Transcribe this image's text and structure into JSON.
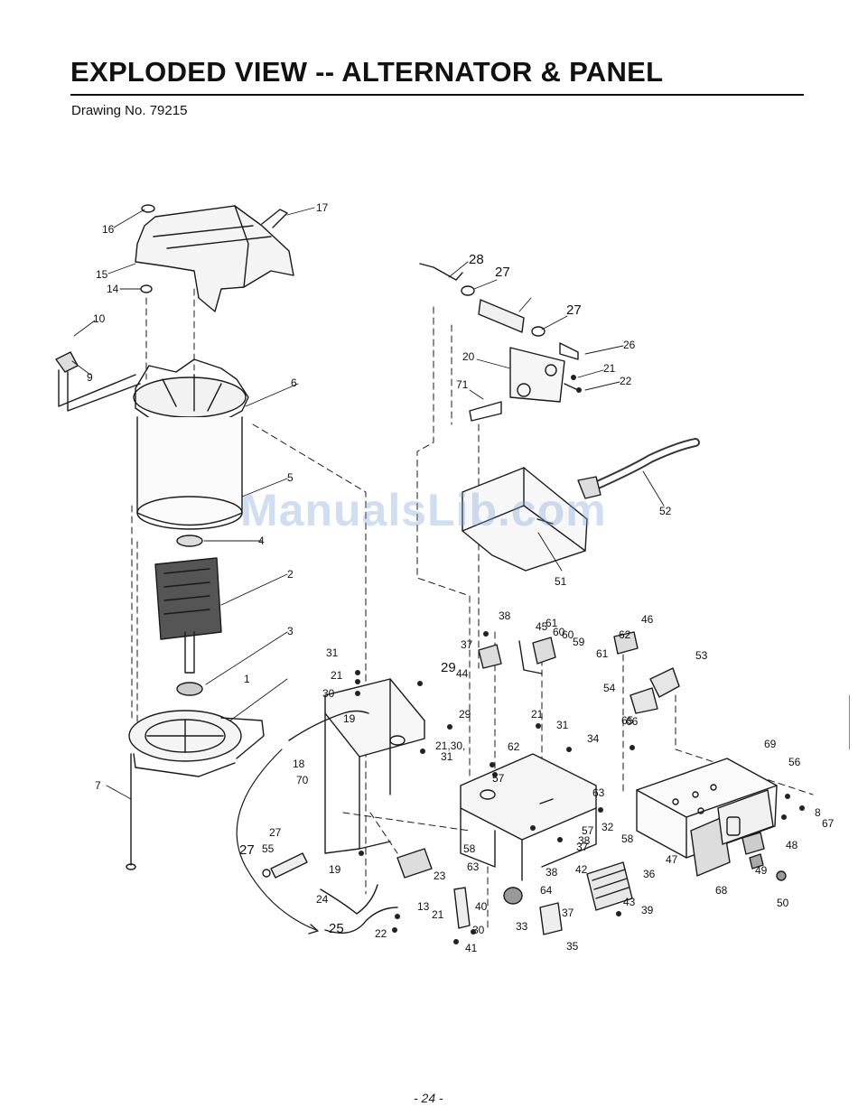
{
  "header": {
    "title": "EXPLODED VIEW -- ALTERNATOR & PANEL",
    "drawing_number": "Drawing No. 79215"
  },
  "watermark": "ManualsLib.com",
  "footer": {
    "page_number": "- 24 -"
  },
  "callouts": [
    "1",
    "2",
    "3",
    "4",
    "5",
    "6",
    "7",
    "8",
    "9",
    "10",
    "13",
    "14",
    "15",
    "16",
    "17",
    "18",
    "19",
    "19",
    "20",
    "21",
    "21",
    "21",
    "21",
    "21,30,",
    "22",
    "22",
    "23",
    "24",
    "25",
    "26",
    "27",
    "27",
    "27",
    "27",
    "28",
    "29",
    "29",
    "30",
    "30",
    "31",
    "31",
    "31",
    "32",
    "33",
    "34",
    "35",
    "36",
    "37",
    "37",
    "37",
    "38",
    "38",
    "38",
    "39",
    "40",
    "41",
    "42",
    "43",
    "44",
    "45",
    "46",
    "47",
    "48",
    "49",
    "50",
    "51",
    "52",
    "53",
    "54",
    "55",
    "56",
    "57",
    "57",
    "58",
    "58",
    "59",
    "60",
    "60",
    "61",
    "61",
    "62",
    "62",
    "63",
    "63",
    "64",
    "65",
    "66",
    "67",
    "68",
    "69",
    "70",
    "71"
  ]
}
